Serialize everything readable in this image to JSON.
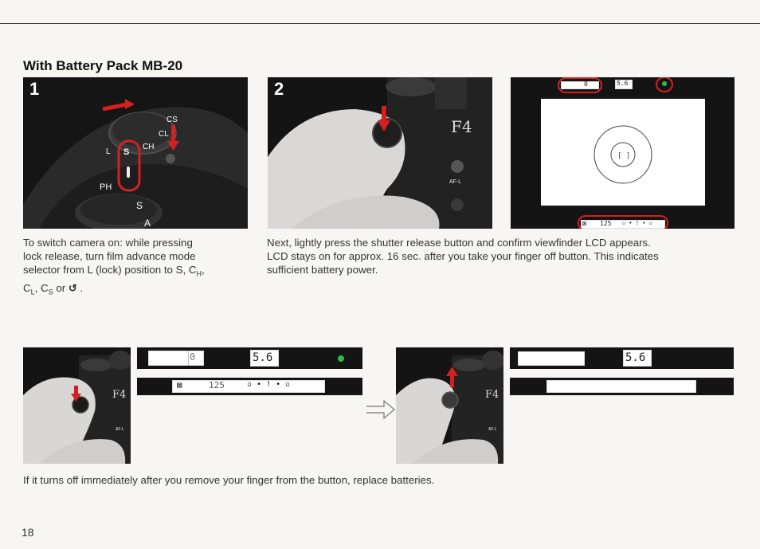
{
  "section_heading": "With Battery Pack MB-20",
  "steps": [
    {
      "number": "1",
      "caption_lines": [
        "To switch camera on: while pressing",
        "lock release, turn film advance mode",
        "selector from L (lock) position to S, C",
        "C",
        ", C",
        " or "
      ],
      "sub_h": "H",
      "sub_l": "L",
      "sub_s": "S",
      "dial_labels": [
        "S",
        "CH",
        "CL",
        "CS",
        "L",
        "PH",
        "S",
        "A"
      ]
    },
    {
      "number": "2",
      "caption_lines": [
        "Next, lightly press the shutter release button and confirm viewfinder LCD appears.",
        "LCD stays on for approx. 16 sec. after you take your finger off button. This indicates",
        "sufficient battery power."
      ],
      "camera_label": "F4",
      "button_label": "AF-L"
    }
  ],
  "viewfinder": {
    "top_value": "0",
    "aperture": "5.6",
    "shutter": "125"
  },
  "lcd_panels": {
    "on": {
      "top_value": "0",
      "aperture": "5.6",
      "shutter": "125"
    },
    "off": {
      "aperture": "5.6"
    }
  },
  "small_photo_labels": {
    "left_camera": "F4",
    "right_camera": "F4",
    "button": "AF-L"
  },
  "bottom_caption": "If it turns off immediately after you remove your finger from the button, replace batteries.",
  "page_number": "18",
  "colors": {
    "annotation_red": "#d42020",
    "ready_green": "#2bbf4a"
  }
}
